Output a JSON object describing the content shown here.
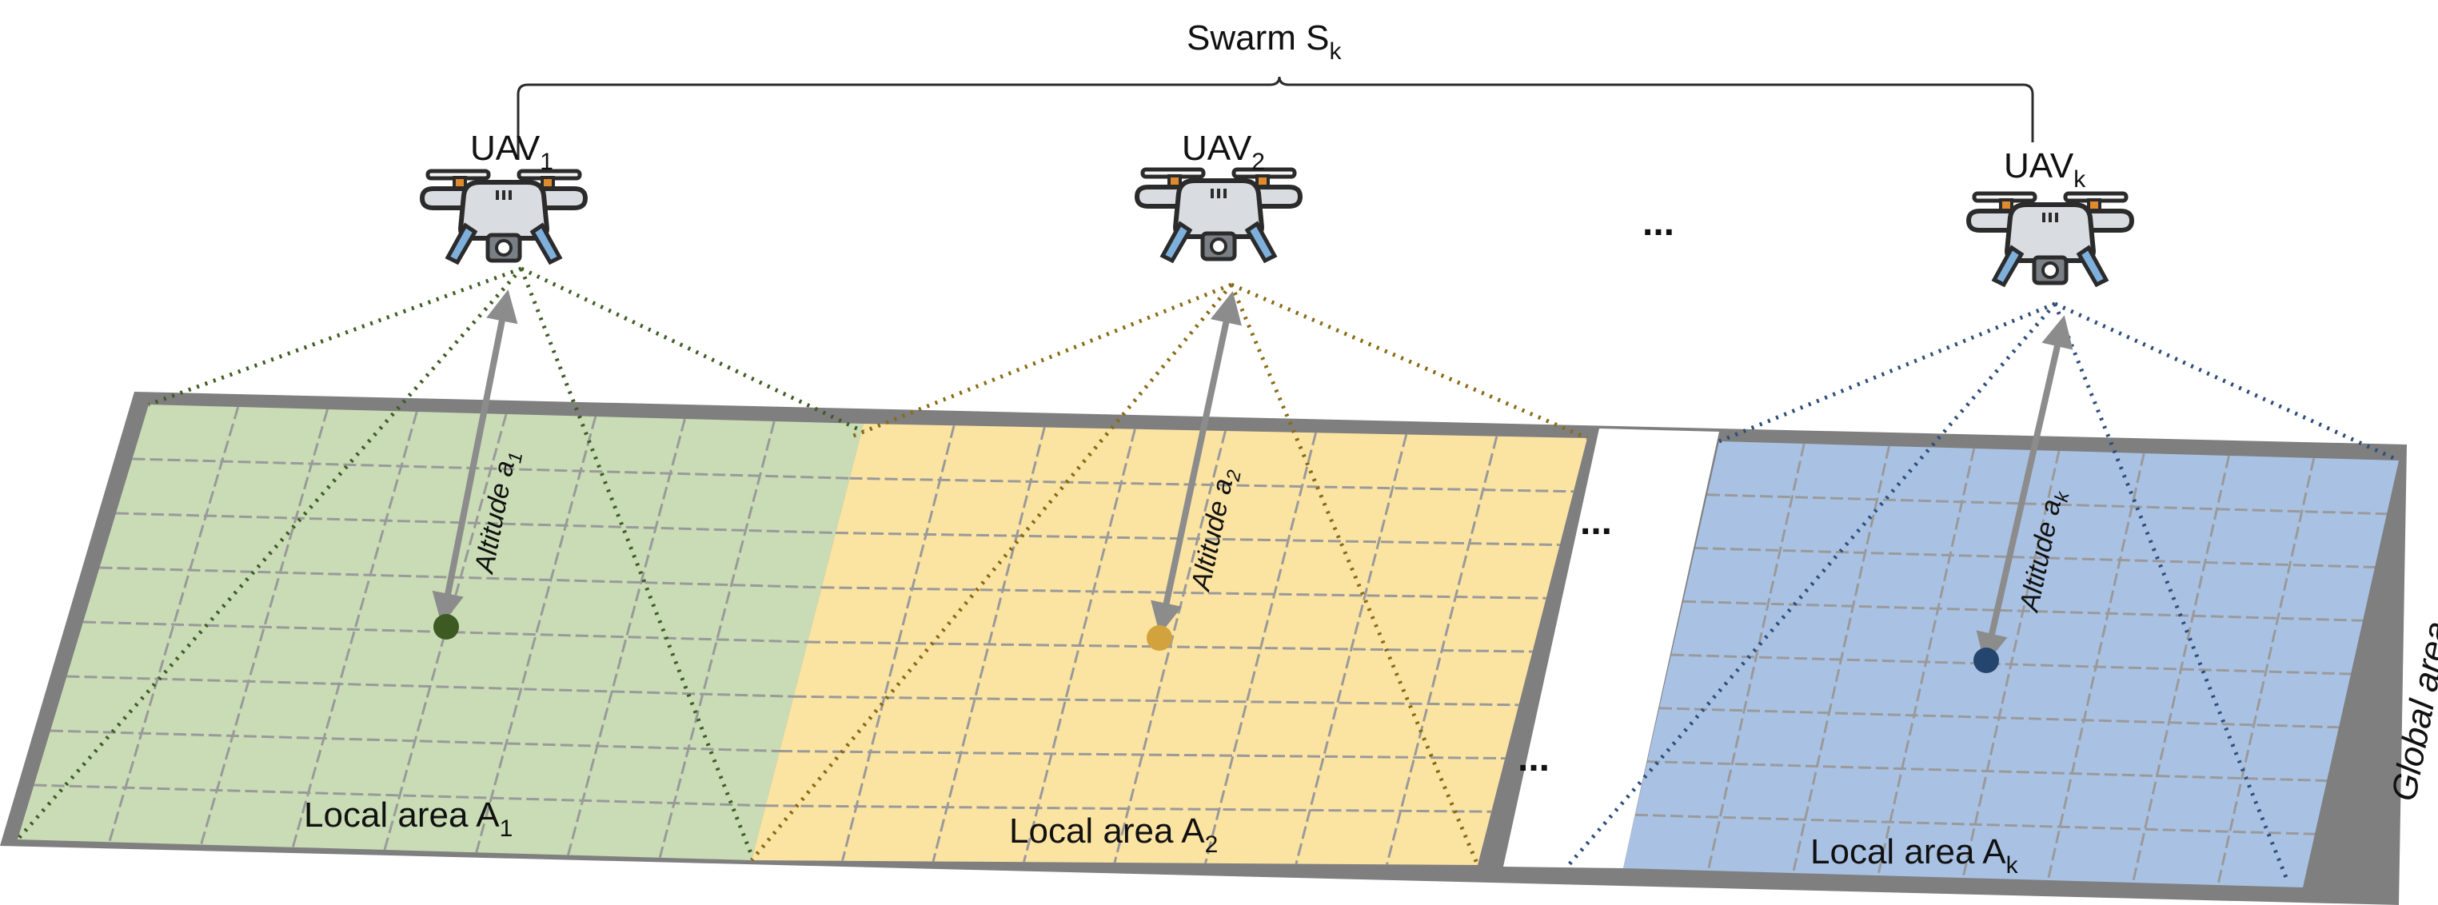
{
  "swarm": {
    "label": "Swarm S",
    "sub": "k"
  },
  "uavs": [
    {
      "label": "UAV",
      "sub": "1"
    },
    {
      "label": "UAV",
      "sub": "2"
    },
    {
      "label": "UAV",
      "sub": "k"
    }
  ],
  "altitudes": [
    {
      "label": "Altitude a",
      "sub": "1"
    },
    {
      "label": "Altitude a",
      "sub": "2"
    },
    {
      "label": "Altitude a",
      "sub": "k"
    }
  ],
  "areas": [
    {
      "label": "Local area A",
      "sub": "1"
    },
    {
      "label": "Local area A",
      "sub": "2"
    },
    {
      "label": "Local area A",
      "sub": "k"
    }
  ],
  "global_area": "Global area",
  "ellipsis": "...",
  "colors": {
    "area_1": "#c9dcb5",
    "area_2": "#fbe3a2",
    "area_3": "#a9c2e4",
    "frame": "#7f7f7f",
    "arrow": "#8c8c8c",
    "cone_1": "#3f5e24",
    "cone_2": "#8a6a14",
    "cone_3": "#2f4f7c",
    "center_1": "#3c5a22",
    "center_2": "#d2a33c",
    "center_3": "#24466e",
    "drone_body": "#d9dde2",
    "drone_outline": "#2b2b2b",
    "drone_leg": "#7fb0dc",
    "drone_motor": "#e08a2e"
  }
}
